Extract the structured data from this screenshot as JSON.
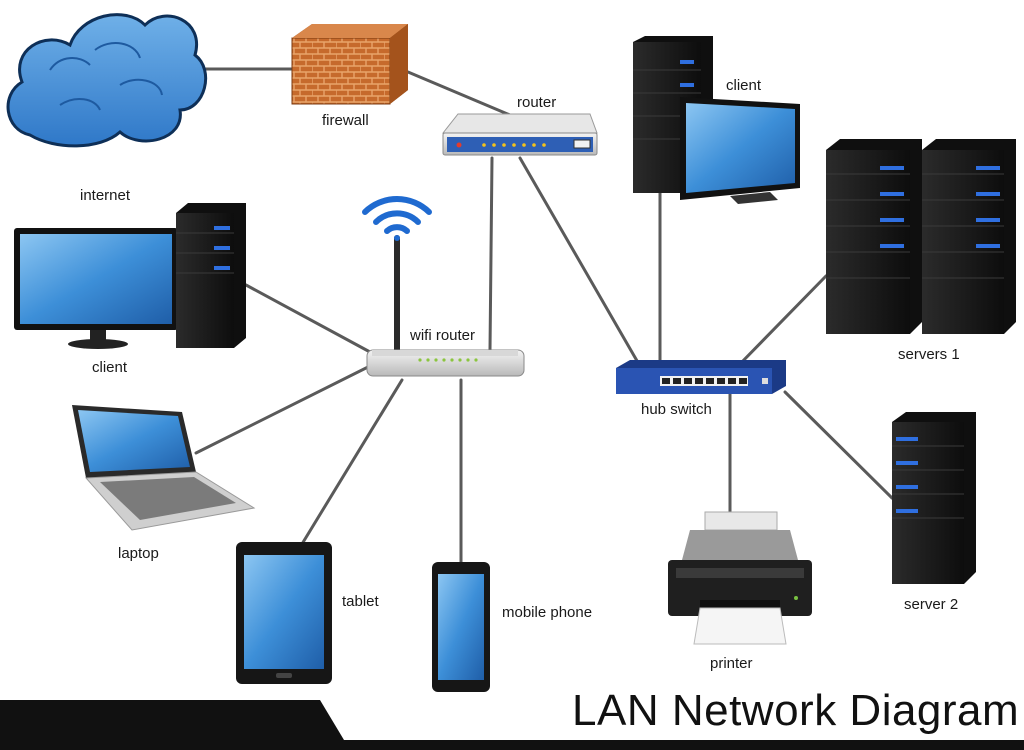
{
  "labels": {
    "firewall": "firewall",
    "router": "router",
    "client_top": "client",
    "internet": "internet",
    "wifi_router": "wifi router",
    "client_left": "client",
    "servers_1": "servers 1",
    "hub_switch": "hub switch",
    "laptop": "laptop",
    "tablet": "tablet",
    "mobile_phone": "mobile phone",
    "printer": "printer",
    "server_2": "server 2"
  },
  "title": "LAN Network Diagram",
  "colors": {
    "screen": "#3d8fd8",
    "tower": "#1c1c1c",
    "tower_led": "#2f6fe0",
    "cloud": "#4f95d8",
    "brick": "#c86a2a",
    "cable": "#555555",
    "switch": "#2a4fa8"
  }
}
